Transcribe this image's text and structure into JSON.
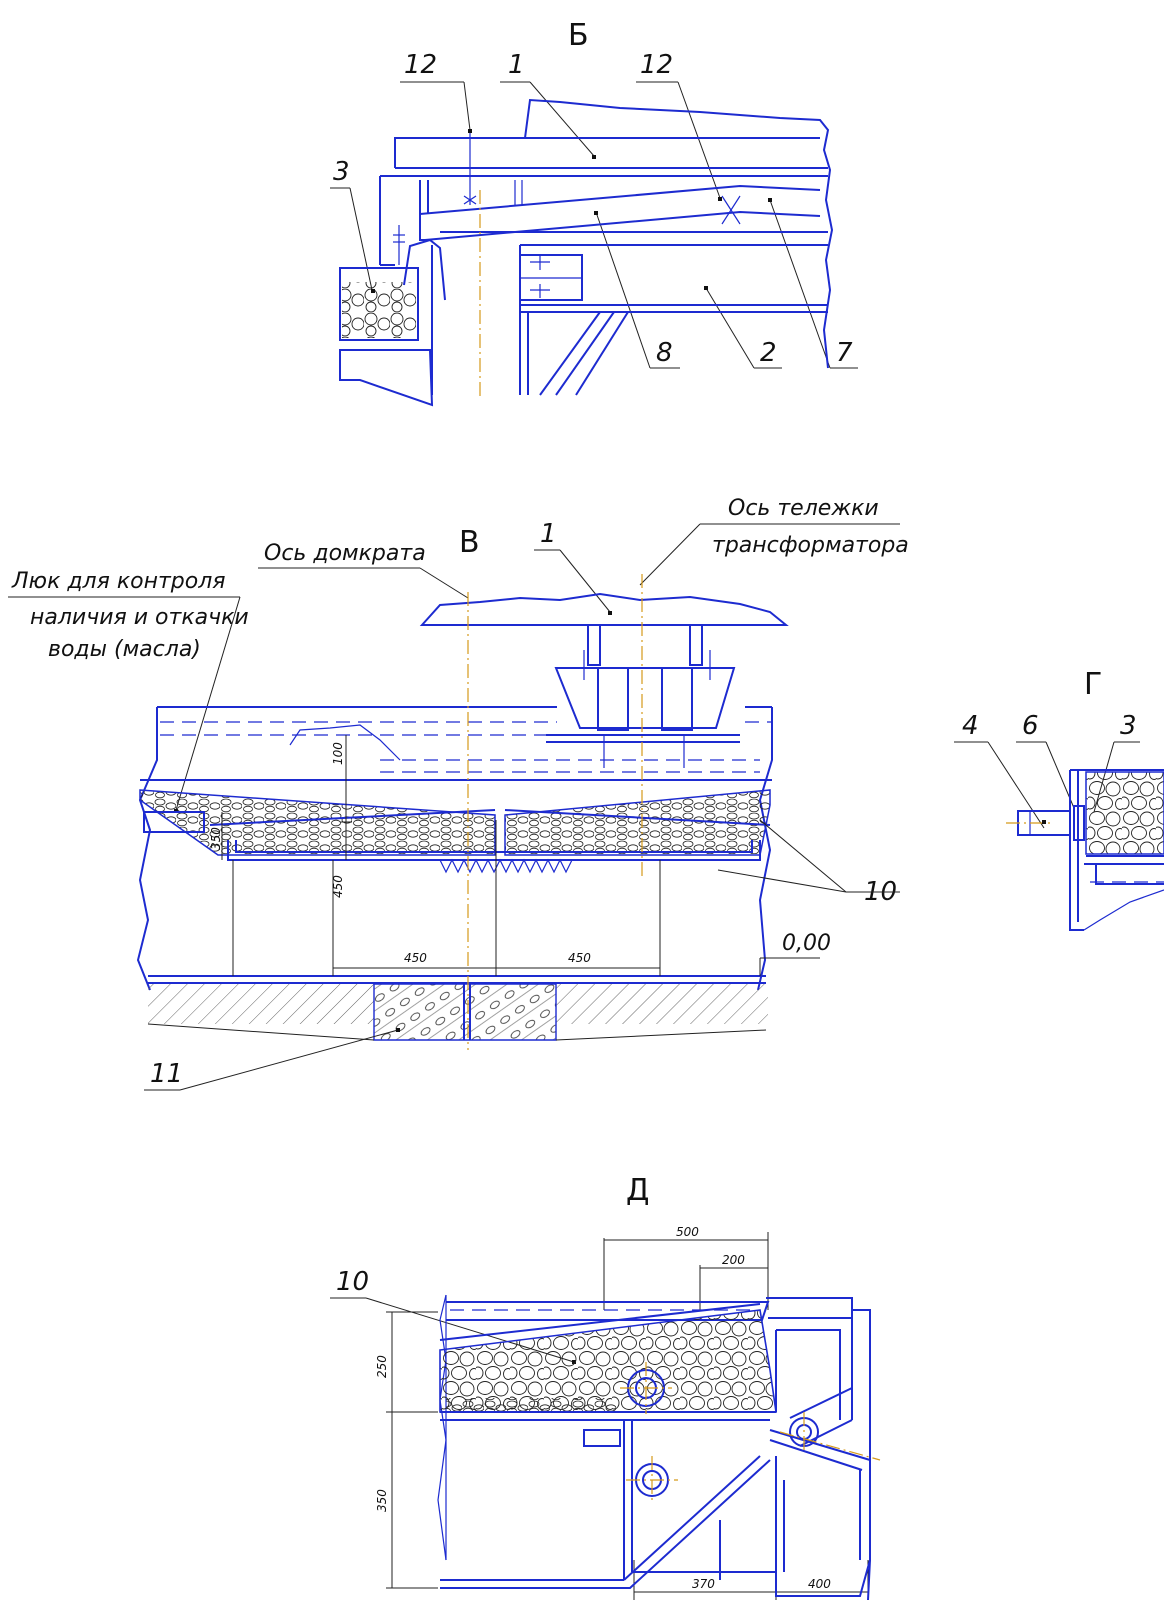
{
  "views": {
    "b": {
      "title": "Б",
      "callouts": [
        "12",
        "1",
        "12",
        "3",
        "8",
        "2",
        "7"
      ]
    },
    "v": {
      "title": "В",
      "callout_1": "1",
      "axis_jack": "Ось домкрата",
      "axis_cart_line1": "Ось тележки",
      "axis_cart_line2": "трансформатора",
      "hatch_note_line1": "Люк для контроля",
      "hatch_note_line2": "наличия и откачки",
      "hatch_note_line3": "воды (масла)",
      "callout_10": "10",
      "callout_11": "11",
      "level": "0,00",
      "dims": [
        "100",
        "350",
        "450",
        "450",
        "450"
      ]
    },
    "g": {
      "title": "Г",
      "callouts": [
        "4",
        "6",
        "3"
      ]
    },
    "d": {
      "title": "Д",
      "callout_10": "10",
      "dims": [
        "500",
        "200",
        "250",
        "350",
        "370",
        "400"
      ]
    }
  }
}
